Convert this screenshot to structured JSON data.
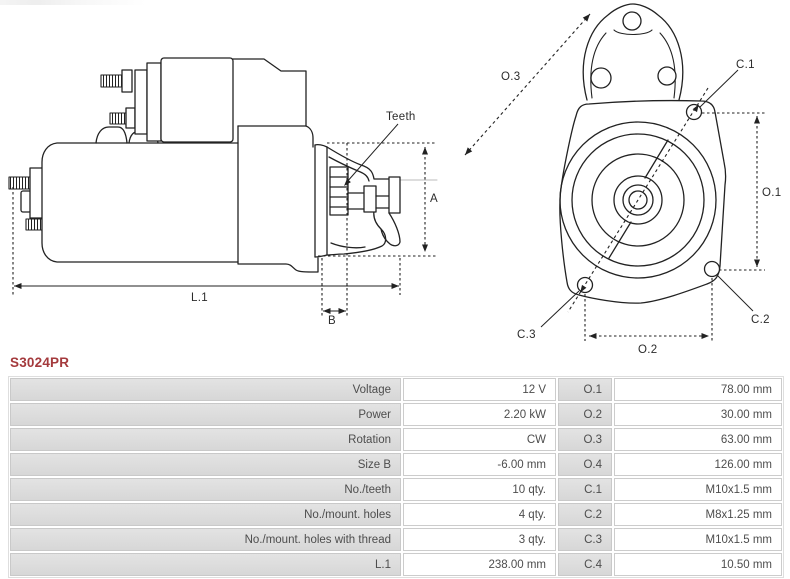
{
  "part_number": "S3024PR",
  "colors": {
    "part_number_accent": "#a43a3d",
    "diagram_line": "#222222",
    "table_label_bg": "#dcdcdc",
    "table_text": "#4d4d4d"
  },
  "diagram": {
    "side_view": {
      "teeth_label": "Teeth",
      "dim_a": "A",
      "dim_b": "B",
      "dim_l1": "L.1"
    },
    "front_view": {
      "dim_o3": "O.3",
      "dim_c1": "C.1",
      "dim_o1": "O.1",
      "dim_c2": "C.2",
      "dim_c3": "C.3",
      "dim_o2": "O.2"
    }
  },
  "specs": [
    {
      "label": "Voltage",
      "value": "12 V",
      "dim": "O.1",
      "dim_value": "78.00 mm"
    },
    {
      "label": "Power",
      "value": "2.20 kW",
      "dim": "O.2",
      "dim_value": "30.00 mm"
    },
    {
      "label": "Rotation",
      "value": "CW",
      "dim": "O.3",
      "dim_value": "63.00 mm"
    },
    {
      "label": "Size B",
      "value": "-6.00 mm",
      "dim": "O.4",
      "dim_value": "126.00 mm"
    },
    {
      "label": "No./teeth",
      "value": "10 qty.",
      "dim": "C.1",
      "dim_value": "M10x1.5 mm"
    },
    {
      "label": "No./mount. holes",
      "value": "4 qty.",
      "dim": "C.2",
      "dim_value": "M8x1.25 mm"
    },
    {
      "label": "No./mount. holes with thread",
      "value": "3 qty.",
      "dim": "C.3",
      "dim_value": "M10x1.5 mm"
    },
    {
      "label": "L.1",
      "value": "238.00 mm",
      "dim": "C.4",
      "dim_value": "10.50 mm"
    }
  ]
}
